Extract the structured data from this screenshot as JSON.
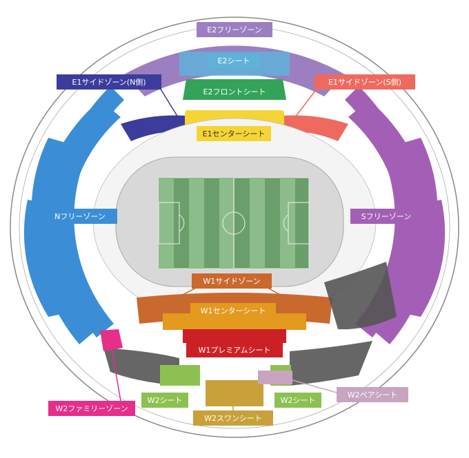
{
  "zones": {
    "e2_free": {
      "label": "E2フリーゾーン",
      "color": "#9b7fc1"
    },
    "e2_seat": {
      "label": "E2シート",
      "color": "#5fb2d8"
    },
    "e2_front": {
      "label": "E2フロントシート",
      "color": "#33a35a"
    },
    "e1_side_n": {
      "label": "E1サイドゾーン(N側)",
      "color": "#3b3c9c"
    },
    "e1_side_s": {
      "label": "E1サイドゾーン(S側)",
      "color": "#ee6a5f"
    },
    "e1_center": {
      "label": "E1センターシート",
      "color": "#f4d535"
    },
    "n_free": {
      "label": "Nフリーゾーン",
      "color": "#3b8ed6"
    },
    "s_free": {
      "label": "Sフリーゾーン",
      "color": "#a35fb5"
    },
    "w1_side": {
      "label": "W1サイドゾーン",
      "color": "#c9692e"
    },
    "w1_center": {
      "label": "W1センターシート",
      "color": "#e39a1e"
    },
    "w1_premium": {
      "label": "W1プレミアムシート",
      "color": "#cc2027"
    },
    "w2_family": {
      "label": "W2ファミリーゾーン",
      "color": "#e62e8b"
    },
    "w2_seat_left": {
      "label": "W2シート",
      "color": "#8cc152"
    },
    "w2_seat_right": {
      "label": "W2シート",
      "color": "#8cc152"
    },
    "w2_swan": {
      "label": "W2スワンシート",
      "color": "#c8a13a"
    },
    "w2_pair": {
      "label": "W2ペアシート",
      "color": "#c9a4be"
    }
  },
  "colors": {
    "track": "#d8d8d8",
    "pitch": "#6a9e6a",
    "pitch_light": "#8cbc8a",
    "concourse": "#f2f2f2",
    "outline": "#8a8a8a",
    "dark_block": "#555555"
  }
}
